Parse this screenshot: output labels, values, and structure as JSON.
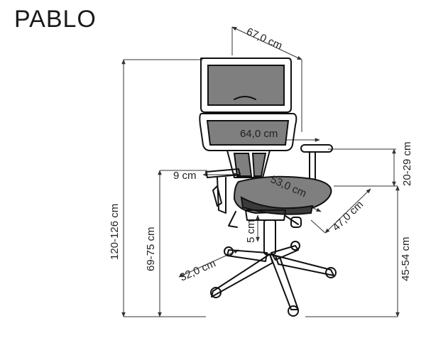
{
  "product": {
    "name": "PABLO"
  },
  "dimensions": {
    "depth": "67,0 cm",
    "seat_width": "64,0 cm",
    "armrest_width": "9 cm",
    "seat_width_53": "53,0 cm",
    "seat_depth": "47,0 cm",
    "armrest_adjust": "20-29 cm",
    "total_height": "120-126 cm",
    "armrest_height": "69-75 cm",
    "seat_height": "45-54 cm",
    "seat_tilt": "5 cm",
    "base_diameter": "32,0 cm"
  },
  "colors": {
    "mesh": "#7f7f7f",
    "frame": "#111111",
    "line": "#333333"
  }
}
